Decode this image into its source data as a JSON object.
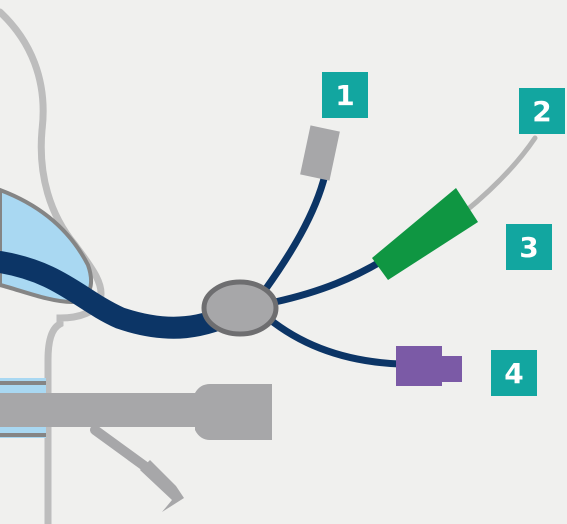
{
  "labels": [
    {
      "number": "1",
      "connector_color": "#a7a7a9"
    },
    {
      "number": "2",
      "connector_color": "#b5b5b5"
    },
    {
      "number": "3",
      "connector_color": "#0f9642"
    },
    {
      "number": "4",
      "connector_color": "#7b5aa6"
    }
  ],
  "colors": {
    "background": "#f0f0ee",
    "badge": "#12a6a0",
    "tube_navy": "#0c3566",
    "device_gray": "#a7a7a9",
    "airway_blue": "#a9d8f2",
    "anatomy_outline": "#bdbdbd"
  },
  "icons": [
    "nasal-tube-diagram",
    "junction-hub-icon",
    "luer-cap-icon",
    "green-connector-icon",
    "purple-connector-icon"
  ]
}
